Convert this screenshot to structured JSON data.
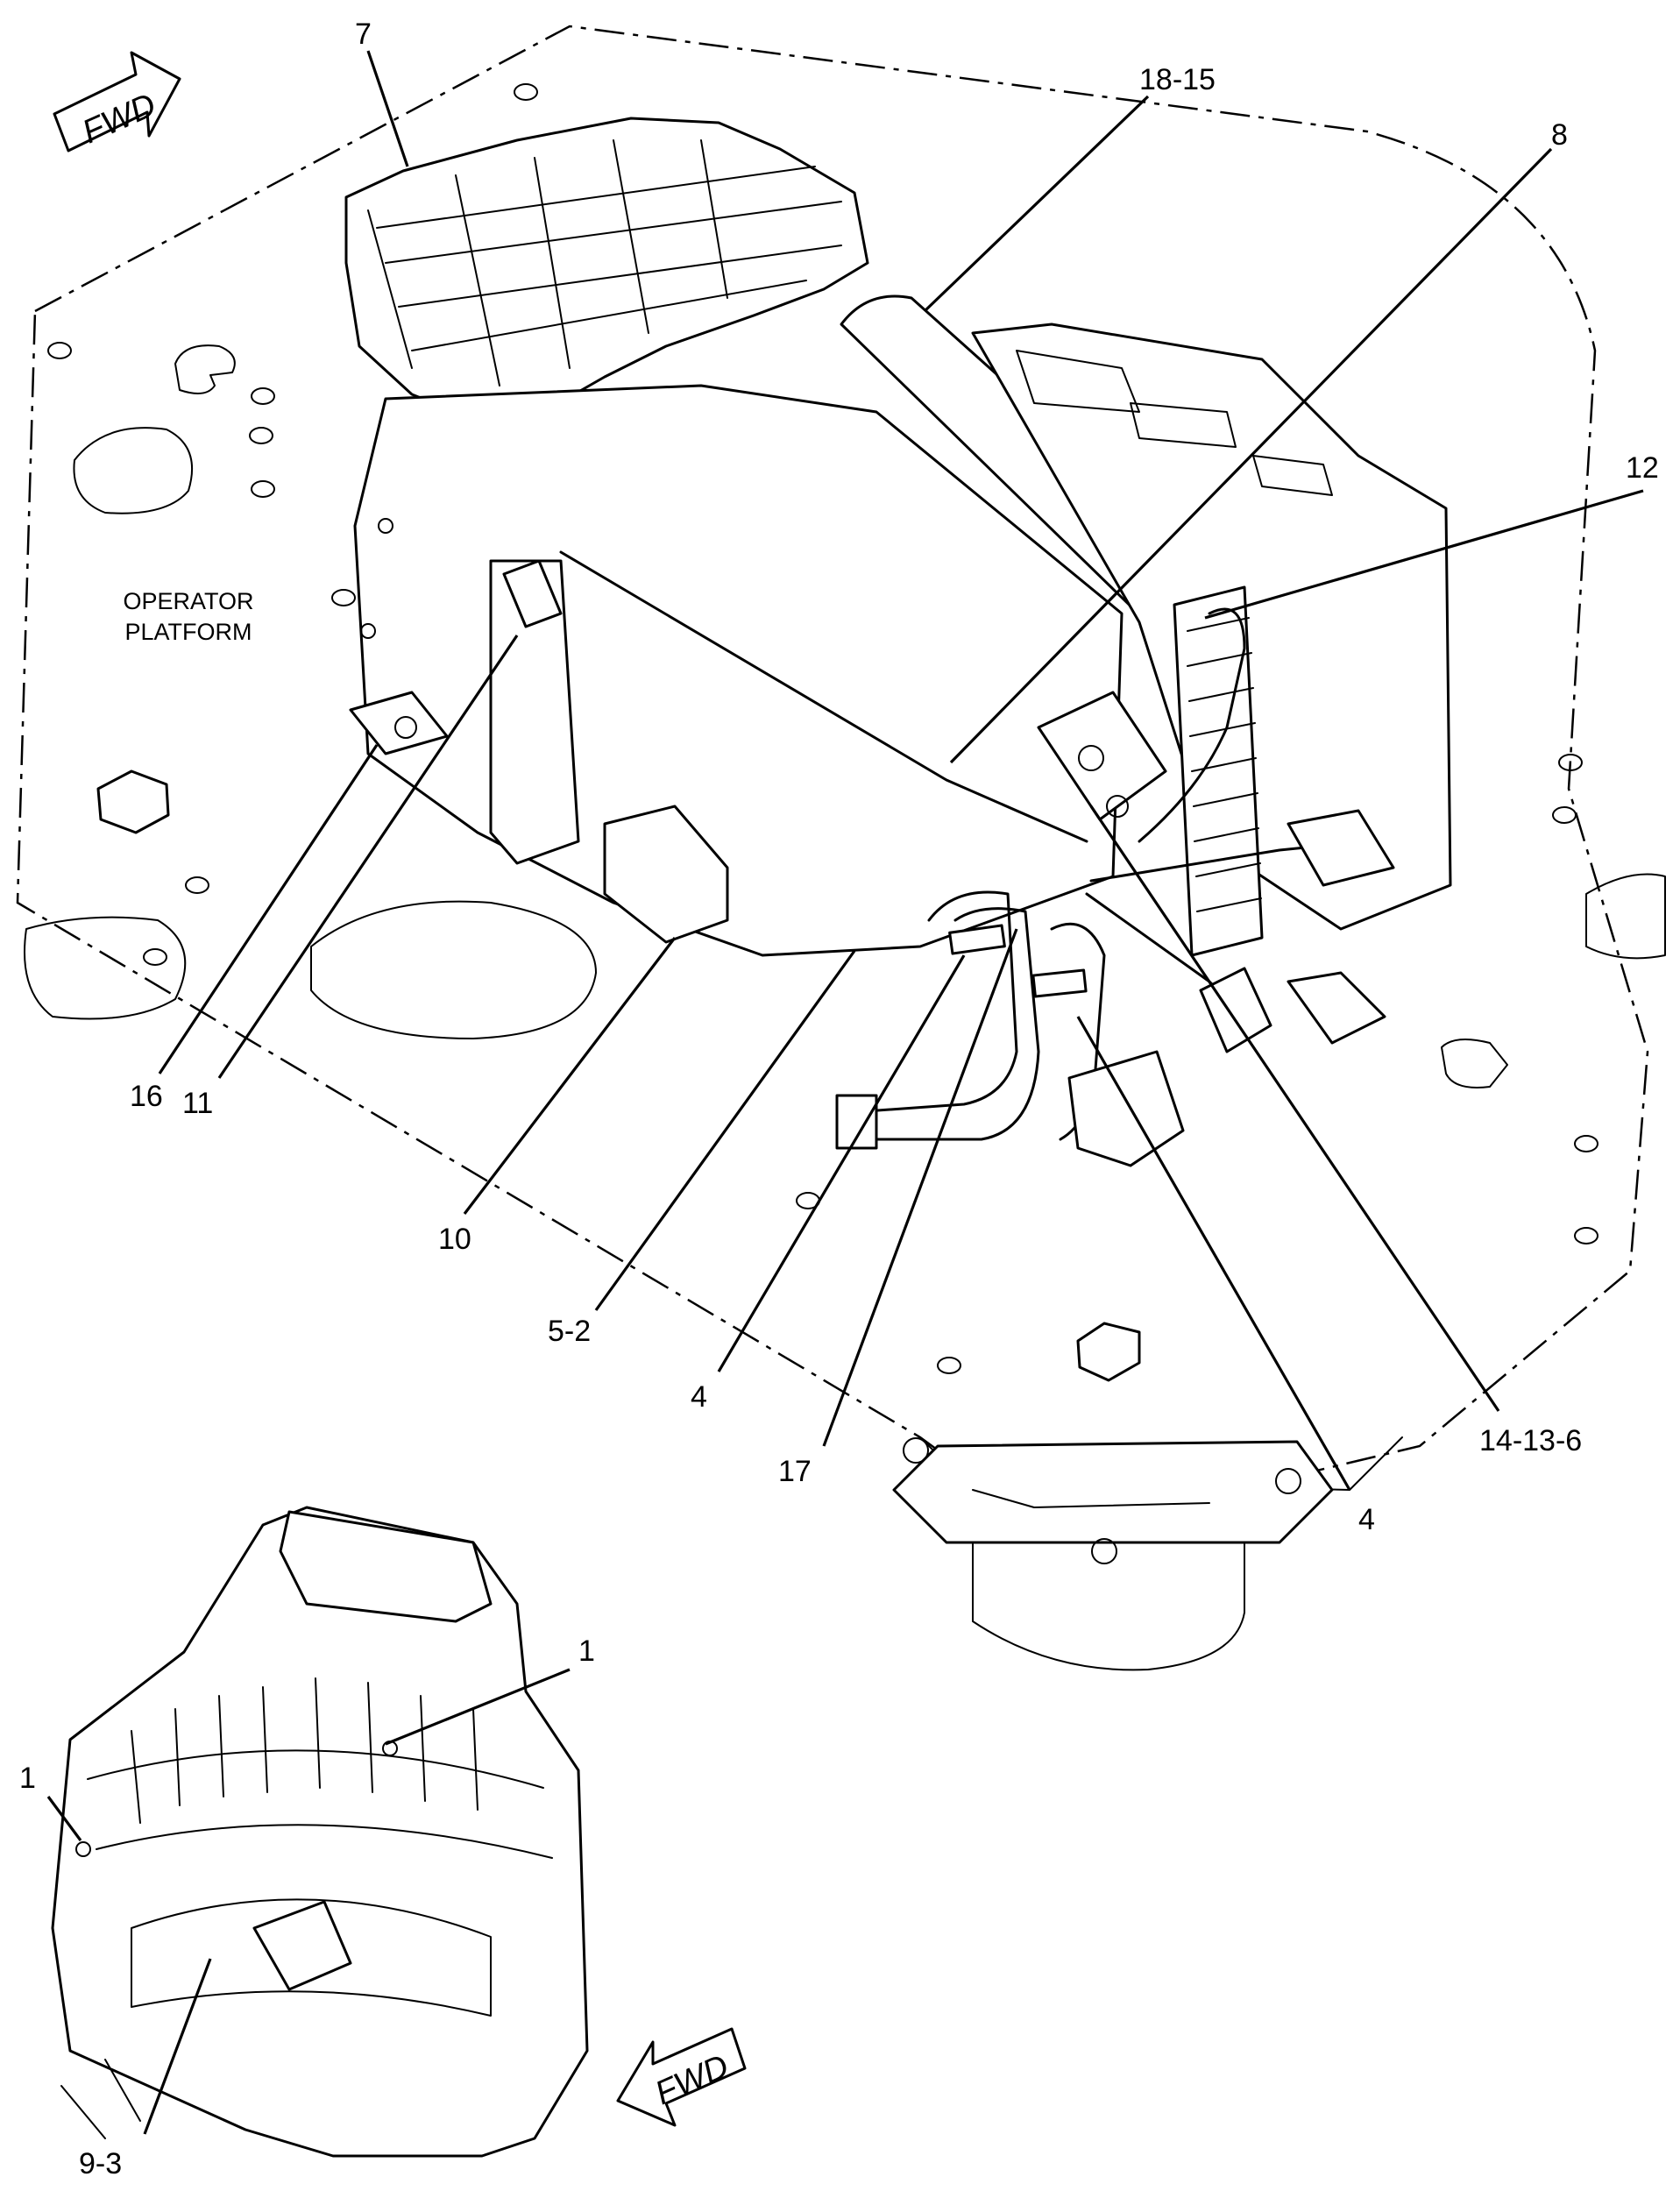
{
  "platform_label_line1": "OPERATOR",
  "platform_label_line2": "PLATFORM",
  "fwd_top": "FWD",
  "fwd_bottom": "FWD",
  "callouts": {
    "c7": "7",
    "c18_15": "18-15",
    "c8": "8",
    "c12": "12",
    "c16": "16",
    "c11": "11",
    "c10": "10",
    "c5_2": "5-2",
    "c4_left": "4",
    "c17": "17",
    "c14_13_6": "14-13-6",
    "c4_right": "4",
    "c1_right": "1",
    "c1_left": "1",
    "c9_3": "9-3"
  },
  "colors": {
    "line": "#000000",
    "background": "#ffffff"
  }
}
